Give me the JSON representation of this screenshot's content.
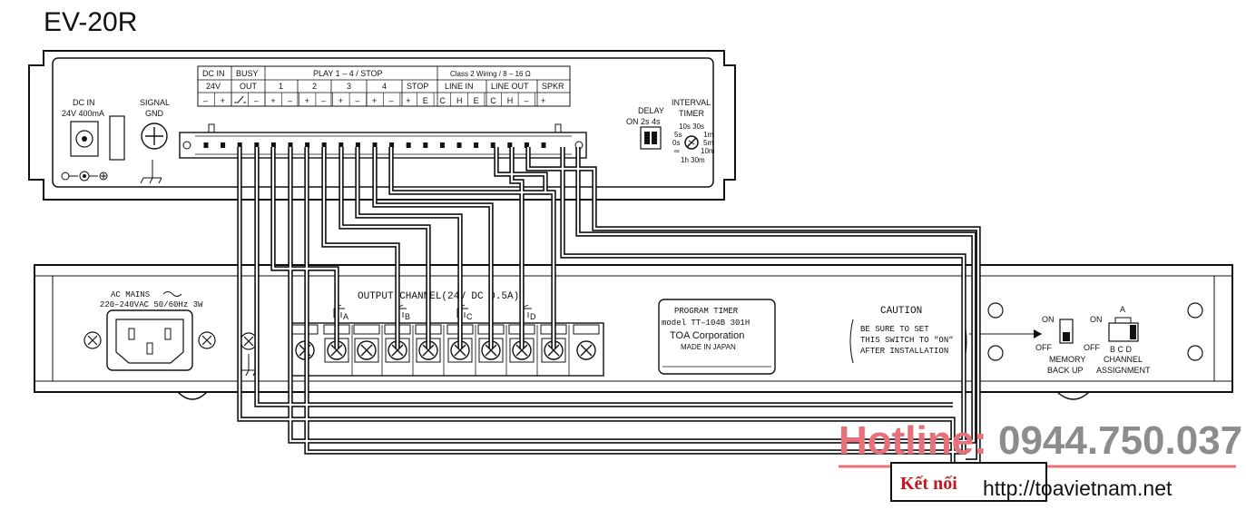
{
  "title": "EV-20R",
  "ev20r": {
    "dc_in_label": "DC IN",
    "dc_in_spec": "24V 400mA",
    "signal_gnd_line1": "SIGNAL",
    "signal_gnd_line2": "GND",
    "groups": [
      "DC IN",
      "BUSY",
      "PLAY 1 – 4 / STOP",
      "Class 2 Wiring / 8 – 16 Ω"
    ],
    "sub": [
      "24V",
      "OUT",
      "1",
      "2",
      "3",
      "4",
      "STOP",
      "LINE IN",
      "LINE OUT",
      "SPKR"
    ],
    "pins": [
      "–",
      "+",
      "",
      "–",
      "+",
      "–",
      "+",
      "–",
      "+",
      "–",
      "+",
      "–",
      "+",
      "E",
      "C",
      "H",
      "E",
      "C",
      "H",
      "–",
      "+"
    ],
    "delay_label": "DELAY",
    "delay_opts": "ON  2s  4s",
    "interval_label1": "INTERVAL",
    "interval_label2": "TIMER",
    "timer_vals": [
      "10s 30s",
      "5s",
      "1m",
      "0s",
      "5m",
      "10m",
      "∞",
      "1h 30m"
    ]
  },
  "tt104b": {
    "ac_mains": "AC MAINS",
    "ac_spec": "220–240VAC 50/60Hz 3W",
    "output_channel": "OUTPUT CHANNEL(24V DC 0.5A)",
    "channels": [
      "A",
      "B",
      "C",
      "D"
    ],
    "plate_line1": "PROGRAM TIMER",
    "plate_line2": "model TT–104B 301H",
    "plate_line3": "TOA Corporation",
    "plate_line4": "MADE IN JAPAN",
    "caution_title": "CAUTION",
    "caution_line1": "BE SURE TO SET",
    "caution_line2": "THIS SWITCH TO \"ON\"",
    "caution_line3": "AFTER INSTALLATION",
    "on_label": "ON",
    "off_label": "OFF",
    "memory_line1": "MEMORY",
    "memory_line2": "BACK UP",
    "on_label2": "ON",
    "off_label2": "OFF",
    "channel_a": "A",
    "channel_bcd": "B C D",
    "channel_line1": "CHANNEL",
    "channel_line2": "ASSIGNMENT"
  },
  "watermark": {
    "hotline": "Hotline: 0944.750.037",
    "ket_noi": "Kết nối",
    "url": "http://toavietnam.net"
  },
  "colors": {
    "line": "#111111",
    "hotline": "#e8707a",
    "hotline_number": "#8c8c8c",
    "ket_noi": "#c4161c"
  }
}
